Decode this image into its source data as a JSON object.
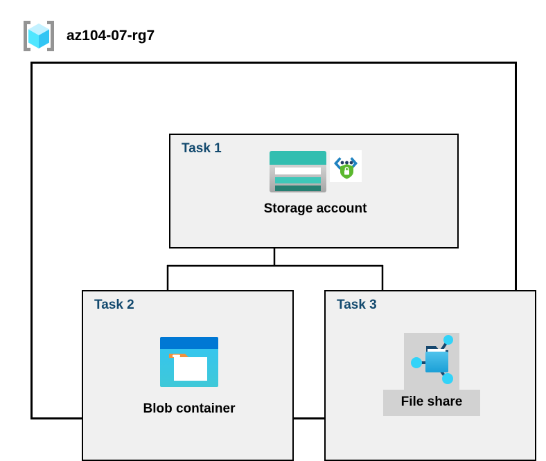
{
  "header": {
    "title": "az104-07-rg7",
    "icon": "resource-group-cube-icon"
  },
  "container": {
    "name": "resource-group-boundary"
  },
  "tasks": [
    {
      "label": "Task 1",
      "node": {
        "caption": "Storage account",
        "icon": "storage-account-icon",
        "secondary_icon": "secure-endpoint-shield-lock-icon",
        "highlighted": false
      }
    },
    {
      "label": "Task 2",
      "node": {
        "caption": "Blob container",
        "icon": "blob-container-icon",
        "highlighted": false
      }
    },
    {
      "label": "Task 3",
      "node": {
        "caption": "File share",
        "icon": "file-share-folder-icon",
        "highlighted": true
      }
    }
  ],
  "connectors": [
    {
      "from": "Task 1",
      "to": "Task 2"
    },
    {
      "from": "Task 1",
      "to": "Task 3"
    }
  ],
  "colors": {
    "task_label": "#12496e",
    "task_box_bg": "#f0f0f0",
    "border": "#000000",
    "highlight_bg": "#d2d2d2",
    "storage_teal": "#32beb0",
    "storage_teal_dark": "#267f72",
    "blob_blue": "#0078d4",
    "blob_cyan": "#32c5f4",
    "blob_orange": "#f2913d",
    "shield_green": "#4fb233",
    "cube_cyan": "#50e6ff",
    "bracket_gray": "#949494"
  }
}
